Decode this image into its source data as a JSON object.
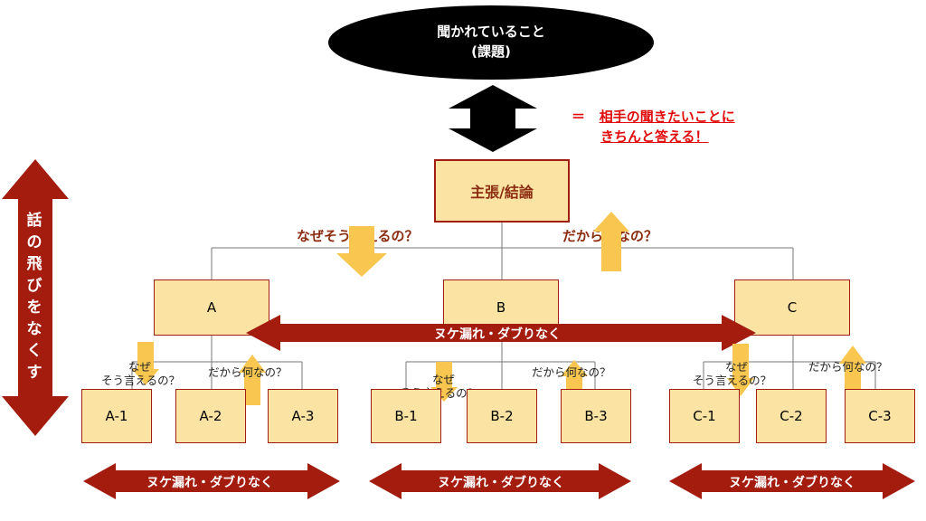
{
  "top": {
    "line1": "聞かれていること",
    "line2": "(課題)"
  },
  "note": {
    "eq": "＝",
    "line1": "相手の聞きたいことに",
    "line2": "きちんと答える！"
  },
  "main_claim": "主張/結論",
  "left_rail": "話の飛びをなくす",
  "q_why_big": "なぜそう言えるの？",
  "q_sowhat_big": "だから何なの？",
  "level1": [
    "A",
    "B",
    "C"
  ],
  "level2": [
    [
      "A-1",
      "A-2",
      "A-3"
    ],
    [
      "B-1",
      "B-2",
      "B-3"
    ],
    [
      "C-1",
      "C-2",
      "C-3"
    ]
  ],
  "mece": "ヌケ漏れ・ダブりなく",
  "q_why_small": {
    "line1": "なぜ",
    "line2": "そう言えるの？"
  },
  "q_sowhat_small": "だから何なの？",
  "colors": {
    "dark_red": "#a31c0e",
    "box_fill": "#fbe3a3",
    "yellow_arrow": "#f9c74f",
    "note_red": "#e10b0b",
    "question_brown": "#8b2c10"
  }
}
